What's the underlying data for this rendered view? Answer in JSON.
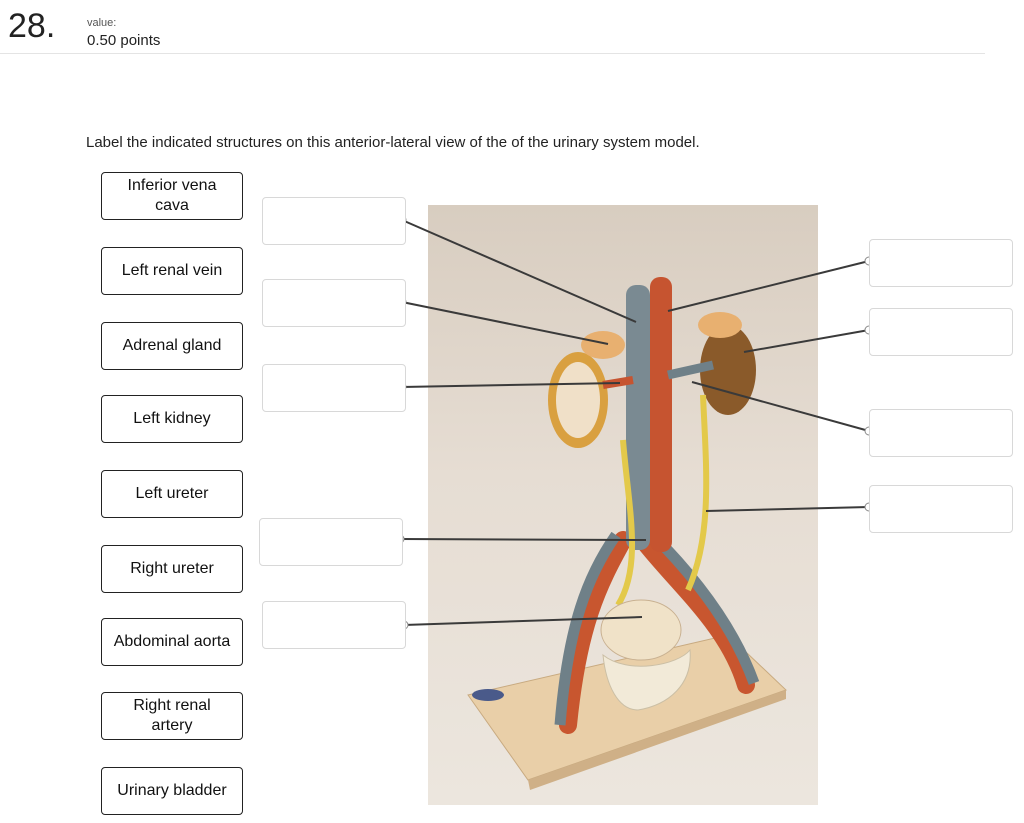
{
  "question": {
    "number": "28.",
    "value_label": "value:",
    "value_points": "0.50 points",
    "prompt": "Label the indicated structures on this anterior-lateral view of the of the urinary system model."
  },
  "label_bank": [
    "Inferior vena cava",
    "Left renal vein",
    "Adrenal gland",
    "Left kidney",
    "Left ureter",
    "Right ureter",
    "Abdominal aorta",
    "Right renal artery",
    "Urinary bladder"
  ],
  "drop_targets": {
    "left_side_count": 5,
    "right_side_count": 4,
    "filled_values": [
      "",
      "",
      "",
      "",
      "",
      "",
      "",
      "",
      ""
    ]
  },
  "colors": {
    "chip_border": "#222222",
    "drop_border": "#d8d8d8",
    "leader_line": "#3a3a3a"
  }
}
